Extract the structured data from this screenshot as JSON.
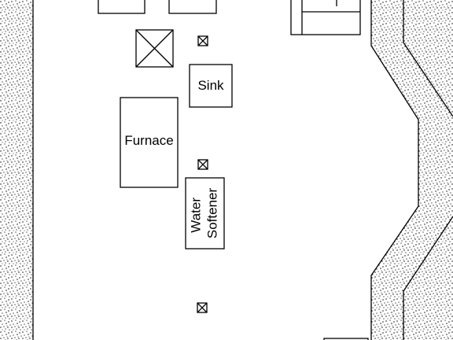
{
  "labels": {
    "sink": "Sink",
    "furnace": "Furnace",
    "water_softener_line1": "Water",
    "water_softener_line2": "Softener"
  },
  "colors": {
    "wall_fill": "#ffffff",
    "wall_speckle": "#000000",
    "line": "#000000"
  },
  "icons": {
    "floor_drain": "square-with-x",
    "chimney": "square-with-x-large"
  }
}
